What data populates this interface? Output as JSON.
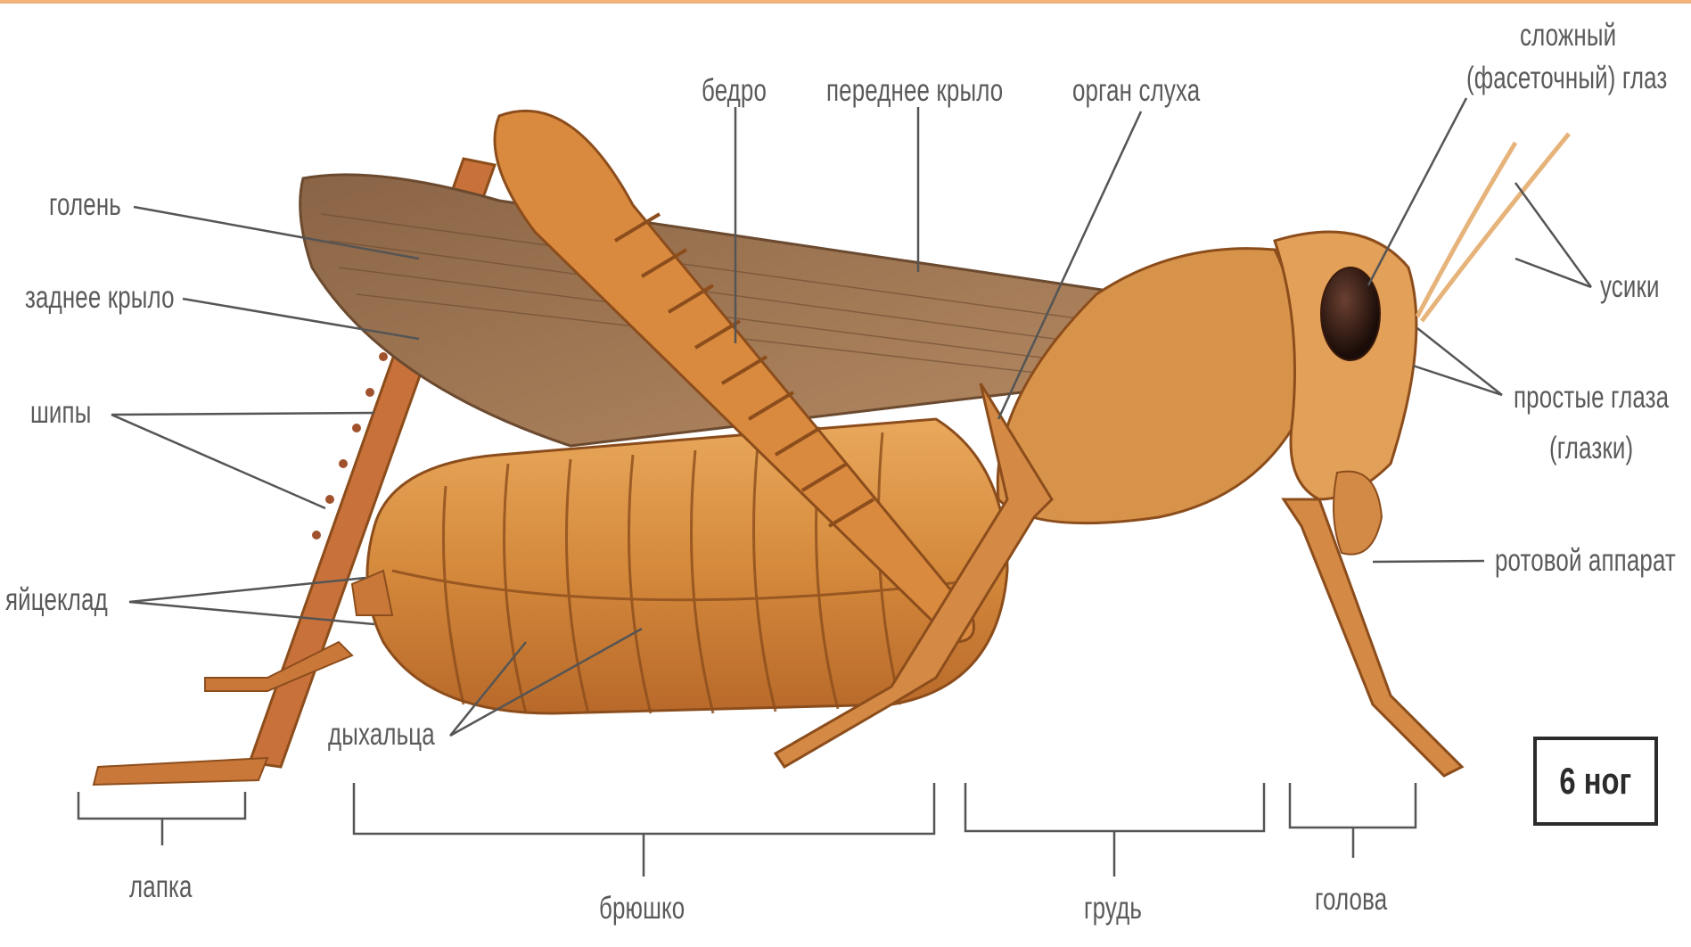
{
  "colors": {
    "border_accent": "#f2b37a",
    "body_main": "#d58a3c",
    "body_dark": "#8c4d1c",
    "body_light": "#eab06a",
    "wing": "#a07552",
    "label_text": "#5a5a5a",
    "leader_line": "#555555"
  },
  "labels": {
    "golen": "голень",
    "zadnee_krylo": "заднее крыло",
    "shipy": "шипы",
    "yajceklad": "яйцеклад",
    "dykhaltsa": "дыхальца",
    "bedro": "бедро",
    "perednee_krylo": "переднее крыло",
    "organ_slukha": "орган слуха",
    "slozhnyj_glaz_line1": "сложный",
    "slozhnyj_glaz_line2": "(фасеточный) глаз",
    "usiki": "усики",
    "prostye_glaza_line1": "простые глаза",
    "prostye_glaza_line2": "(глазки)",
    "rotovoj_apparat": "ротовой аппарат",
    "lapka": "лапка",
    "bryushko": "брюшко",
    "grud": "грудь",
    "golova": "голова"
  },
  "legs_box": {
    "text": "6 ног"
  }
}
